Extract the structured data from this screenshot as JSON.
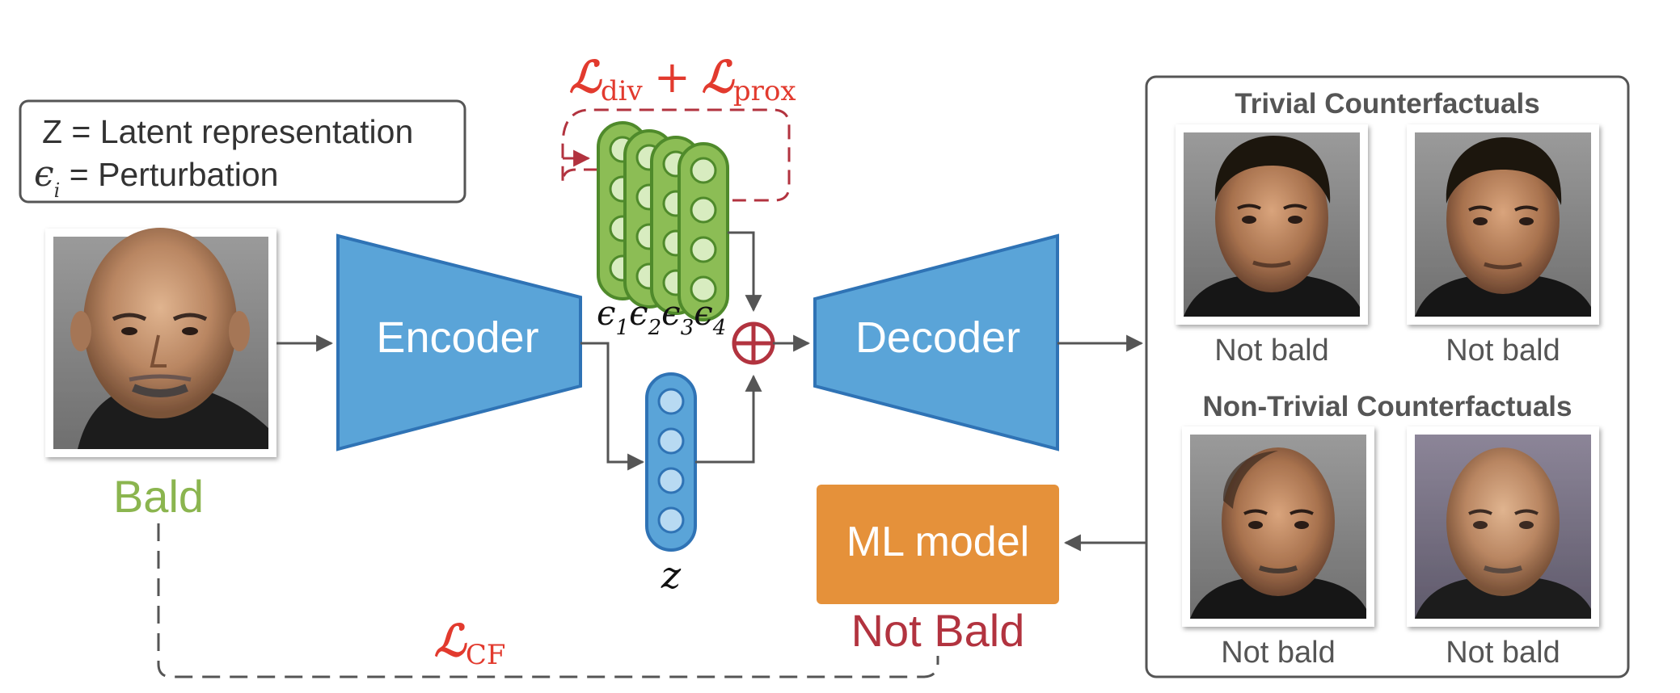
{
  "legend": {
    "line1": "Z = Latent representation",
    "line2_symbol": "ϵ",
    "line2_sub": "i",
    "line2_text": " = Perturbation"
  },
  "input": {
    "label": "Bald"
  },
  "encoder": {
    "label": "Encoder"
  },
  "decoder": {
    "label": "Decoder"
  },
  "latent": {
    "label": "z"
  },
  "perturbations": [
    {
      "symbol": "ϵ",
      "sub": "1"
    },
    {
      "symbol": "ϵ",
      "sub": "2"
    },
    {
      "symbol": "ϵ",
      "sub": "3"
    },
    {
      "symbol": "ϵ",
      "sub": "4"
    }
  ],
  "loss_top": {
    "symbol1": "ℒ",
    "sub1": "div",
    "plus": "+",
    "symbol2": "ℒ",
    "sub2": "prox"
  },
  "loss_cf": {
    "symbol": "ℒ",
    "sub": "CF"
  },
  "combine": {
    "symbol": "⊕"
  },
  "ml_model": {
    "label": "ML model",
    "prediction": "Not Bald"
  },
  "counterfactuals": {
    "trivial_title": "Trivial Counterfactuals",
    "trivial_labels": [
      "Not bald",
      "Not bald"
    ],
    "nontrivial_title": "Non-Trivial Counterfactuals",
    "nontrivial_labels": [
      "Not bald",
      "Not bald"
    ]
  },
  "colors": {
    "blue": "#5aa4d8",
    "blue_stroke": "#2f73b5",
    "green": "#8cbd55",
    "green_light": "#d8ecc0",
    "green_stroke": "#4f8a2b",
    "red": "#e23a2e",
    "dark_red": "#b2333f",
    "orange": "#e5913a",
    "gray_text": "#555555",
    "bald_green": "#8bb54f"
  },
  "icons": {
    "input_photo": "bald-man-photo",
    "cf_photos": [
      "man-with-hair-photo",
      "man-with-hair-photo",
      "balding-man-photo",
      "balding-man-photo"
    ]
  }
}
